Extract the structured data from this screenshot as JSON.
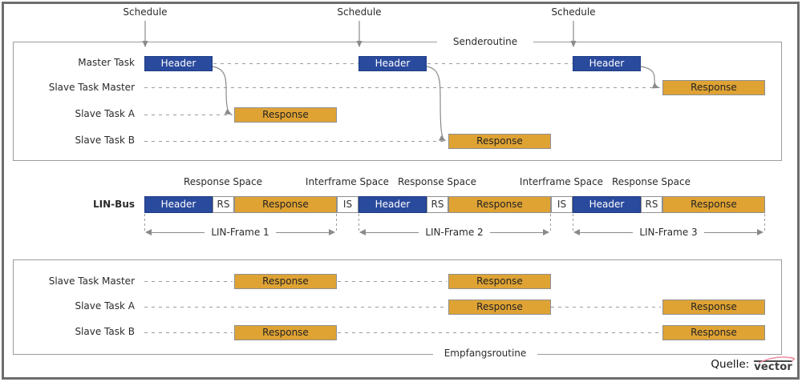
{
  "labels": {
    "header": "Header",
    "response": "Response",
    "rs": "RS",
    "is": "IS"
  },
  "sender": {
    "routine": "Senderoutine",
    "schedules": [
      "Schedule",
      "Schedule",
      "Schedule"
    ],
    "rows": [
      "Master Task",
      "Slave Task Master",
      "Slave Task A",
      "Slave Task B"
    ]
  },
  "bus": {
    "label": "LIN-Bus",
    "spaces": [
      "Response Space",
      "Interframe Space",
      "Response Space",
      "Interframe Space",
      "Response Space"
    ],
    "segments": [
      {
        "name": "header",
        "label": "Header"
      },
      {
        "name": "rs",
        "label": "RS"
      },
      {
        "name": "response",
        "label": "Response"
      },
      {
        "name": "is",
        "label": "IS"
      },
      {
        "name": "header",
        "label": "Header"
      },
      {
        "name": "rs",
        "label": "RS"
      },
      {
        "name": "response",
        "label": "Response"
      },
      {
        "name": "is",
        "label": "IS"
      },
      {
        "name": "header",
        "label": "Header"
      },
      {
        "name": "rs",
        "label": "RS"
      },
      {
        "name": "response",
        "label": "Response"
      }
    ],
    "frames": [
      "LIN-Frame 1",
      "LIN-Frame 2",
      "LIN-Frame 3"
    ]
  },
  "receiver": {
    "routine": "Empfangsroutine",
    "rows": [
      "Slave Task Master",
      "Slave Task A",
      "Slave Task B"
    ]
  },
  "footer": {
    "source": "Quelle:",
    "brand": "vector"
  },
  "colors": {
    "header_blue": "#2a4a9d",
    "header_blue_border": "#1e3b85",
    "response_orange": "#dfa334",
    "response_border": "#8f8f8f",
    "line_gray": "#8a8a8a",
    "dash_gray": "#9c9c9c",
    "box_border": "#9c9c9c",
    "frame_gray": "#6d6d6d",
    "text_dark": "#2b2b2b",
    "brand_red": "#ef8da0"
  }
}
